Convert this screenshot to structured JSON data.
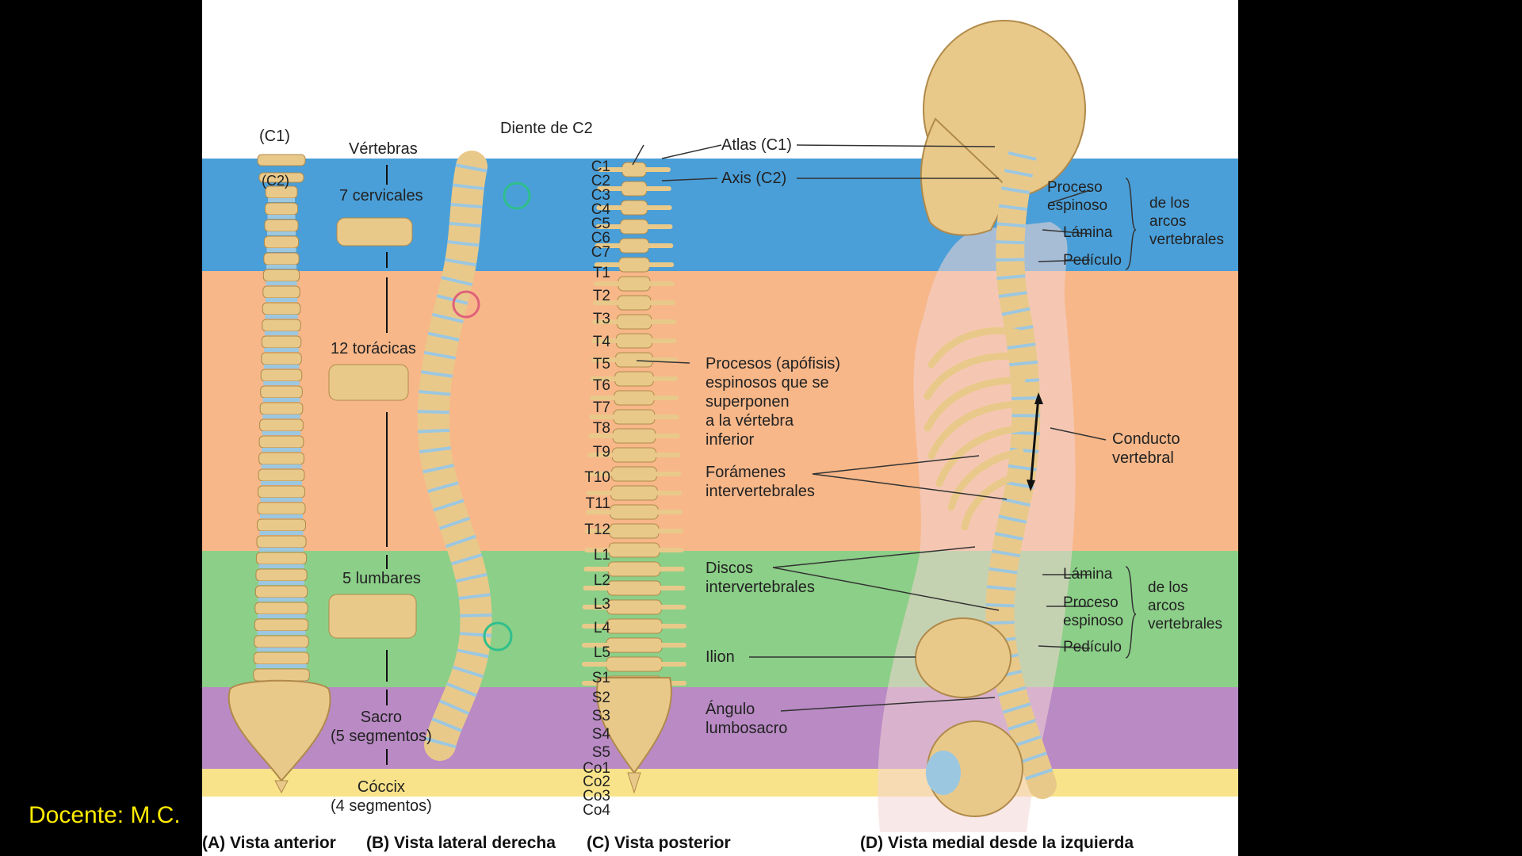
{
  "footer": {
    "text": "Docente: M.C."
  },
  "colors": {
    "cervical": "#4a9fd8",
    "thoracic": "#f7b789",
    "lumbar": "#8ccf88",
    "sacral": "#b98ac4",
    "coccyx": "#f8e38a",
    "bone": "#e9c98a",
    "disc": "#9cc7e0"
  },
  "panel_a": {
    "c1": "(C1)",
    "c2": "(C2)"
  },
  "regions": {
    "title": "Vértebras",
    "cervical": "7 cervicales",
    "thoracic": "12 torácicas",
    "lumbar": "5 lumbares",
    "sacral": "Sacro\n(5 segmentos)",
    "coccyx": "Cóccix\n(4 segmentos)"
  },
  "panel_c": {
    "dens": "Diente de C2",
    "vertebrae": [
      "C1",
      "C2",
      "C3",
      "C4",
      "C5",
      "C6",
      "C7",
      "T1",
      "T2",
      "T3",
      "T4",
      "T5",
      "T6",
      "T7",
      "T8",
      "T9",
      "T10",
      "T11",
      "T12",
      "L1",
      "L2",
      "L3",
      "L4",
      "L5",
      "S1",
      "S2",
      "S3",
      "S4",
      "S5",
      "Co1",
      "Co2",
      "Co3",
      "Co4"
    ],
    "spinous": "Procesos (apófisis)\nespinosos que se\nsuperponen\na la vértebra\ninferior",
    "foramina": "Forámenes\nintervertebrales",
    "discs": "Discos\nintervertebrales",
    "ilium": "Ilion",
    "angle": "Ángulo\nlumbosacro"
  },
  "panel_d": {
    "atlas": "Atlas (C1)",
    "axis": "Axis (C2)",
    "spinous_upper": "Proceso\nespinoso",
    "lamina_upper": "Lámina",
    "pedicle_upper": "Pedículo",
    "arches_upper": "de los\narcos\nvertebrales",
    "canal": "Conducto\nvertebral",
    "lamina_lower": "Lámina",
    "spinous_lower": "Proceso\nespinoso",
    "pedicle_lower": "Pedículo",
    "arches_lower": "de los\narcos\nvertebrales"
  },
  "captions": {
    "a": "(A) Vista anterior",
    "b": "(B) Vista lateral derecha",
    "c": "(C) Vista posterior",
    "d": "(D) Vista medial desde la izquierda"
  }
}
